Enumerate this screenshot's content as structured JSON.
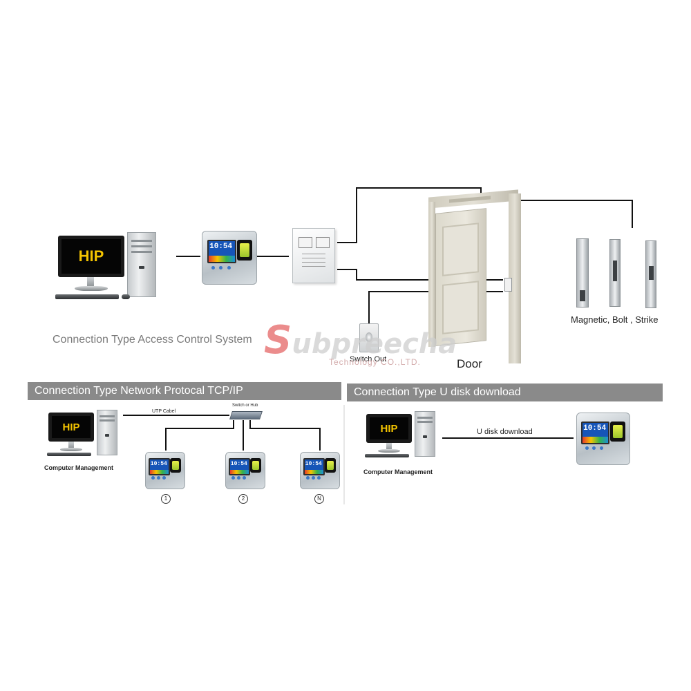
{
  "logo_text": "HIP",
  "terminal_time": "10:54",
  "top_section": {
    "caption": "Connection Type Access Control System",
    "switch_out_label": "Switch Out",
    "door_label": "Door",
    "locks_label": "Magnetic,  Bolt , Strike"
  },
  "watermark": {
    "initial": "S",
    "rest": "ubpreecha",
    "subtitle": "Technology CO.,LTD."
  },
  "network_section": {
    "title": "Connection Type  Network Protocal TCP/IP",
    "cable_label": "UTP Cabel",
    "switch_label": "Switch or Hub",
    "computer_label": "Computer Management",
    "device_markers": [
      "1",
      "2",
      "N"
    ]
  },
  "udisk_section": {
    "title": "Connection Type  U disk download",
    "link_label": "U disk download",
    "computer_label": "Computer Management"
  },
  "colors": {
    "wire": "#111111",
    "header_bg": "#8a8a8a",
    "logo": "#f4c400"
  }
}
